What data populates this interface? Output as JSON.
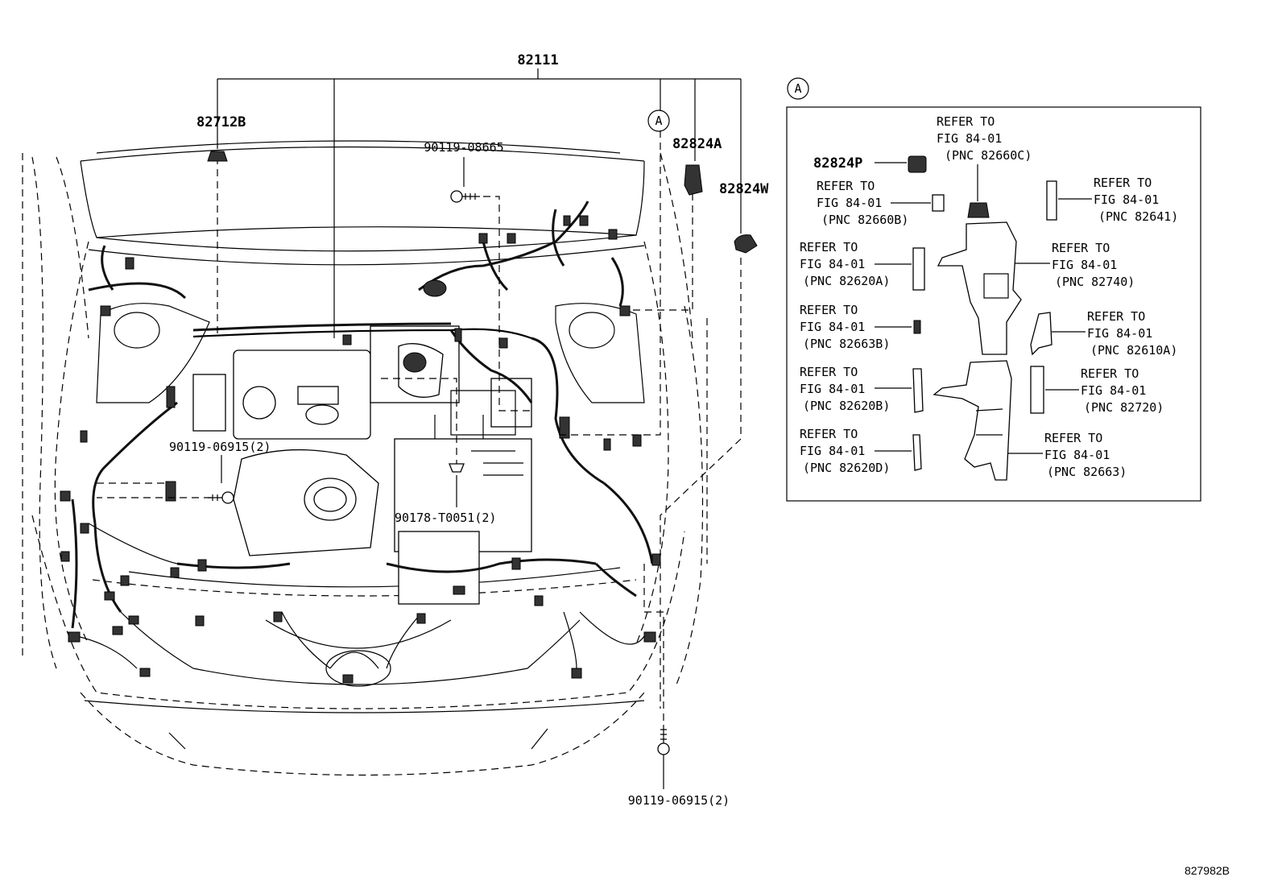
{
  "callouts": {
    "main_harness": "82111",
    "grommet_b": "82712B",
    "bolt_top": "90119-08665",
    "ref_a_marker": "A",
    "cover_a": "82824A",
    "cover_w": "82824W",
    "bolt_left": "90119-06915(2)",
    "clip": "90178-T0051(2)",
    "bolt_bottom": "90119-06915(2)"
  },
  "inset": {
    "marker": "A",
    "cover_p": "82824P",
    "refs": [
      {
        "l1": "REFER TO",
        "l2": "FIG 84-01",
        "l3": "(PNC 82660C)"
      },
      {
        "l1": "REFER TO",
        "l2": "FIG 84-01",
        "l3": "(PNC 82660B)"
      },
      {
        "l1": "REFER TO",
        "l2": "FIG 84-01",
        "l3": "(PNC 82641)"
      },
      {
        "l1": "REFER TO",
        "l2": "FIG 84-01",
        "l3": "(PNC 82620A)"
      },
      {
        "l1": "REFER TO",
        "l2": "FIG 84-01",
        "l3": "(PNC 82740)"
      },
      {
        "l1": "REFER TO",
        "l2": "FIG 84-01",
        "l3": "(PNC 82663B)"
      },
      {
        "l1": "REFER TO",
        "l2": "FIG 84-01",
        "l3": "(PNC 82610A)"
      },
      {
        "l1": "REFER TO",
        "l2": "FIG 84-01",
        "l3": "(PNC 82620B)"
      },
      {
        "l1": "REFER TO",
        "l2": "FIG 84-01",
        "l3": "(PNC 82720)"
      },
      {
        "l1": "REFER TO",
        "l2": "FIG 84-01",
        "l3": "(PNC 82620D)"
      },
      {
        "l1": "REFER TO",
        "l2": "FIG 84-01",
        "l3": "(PNC 82663)"
      }
    ]
  },
  "figure_id": "827982B"
}
